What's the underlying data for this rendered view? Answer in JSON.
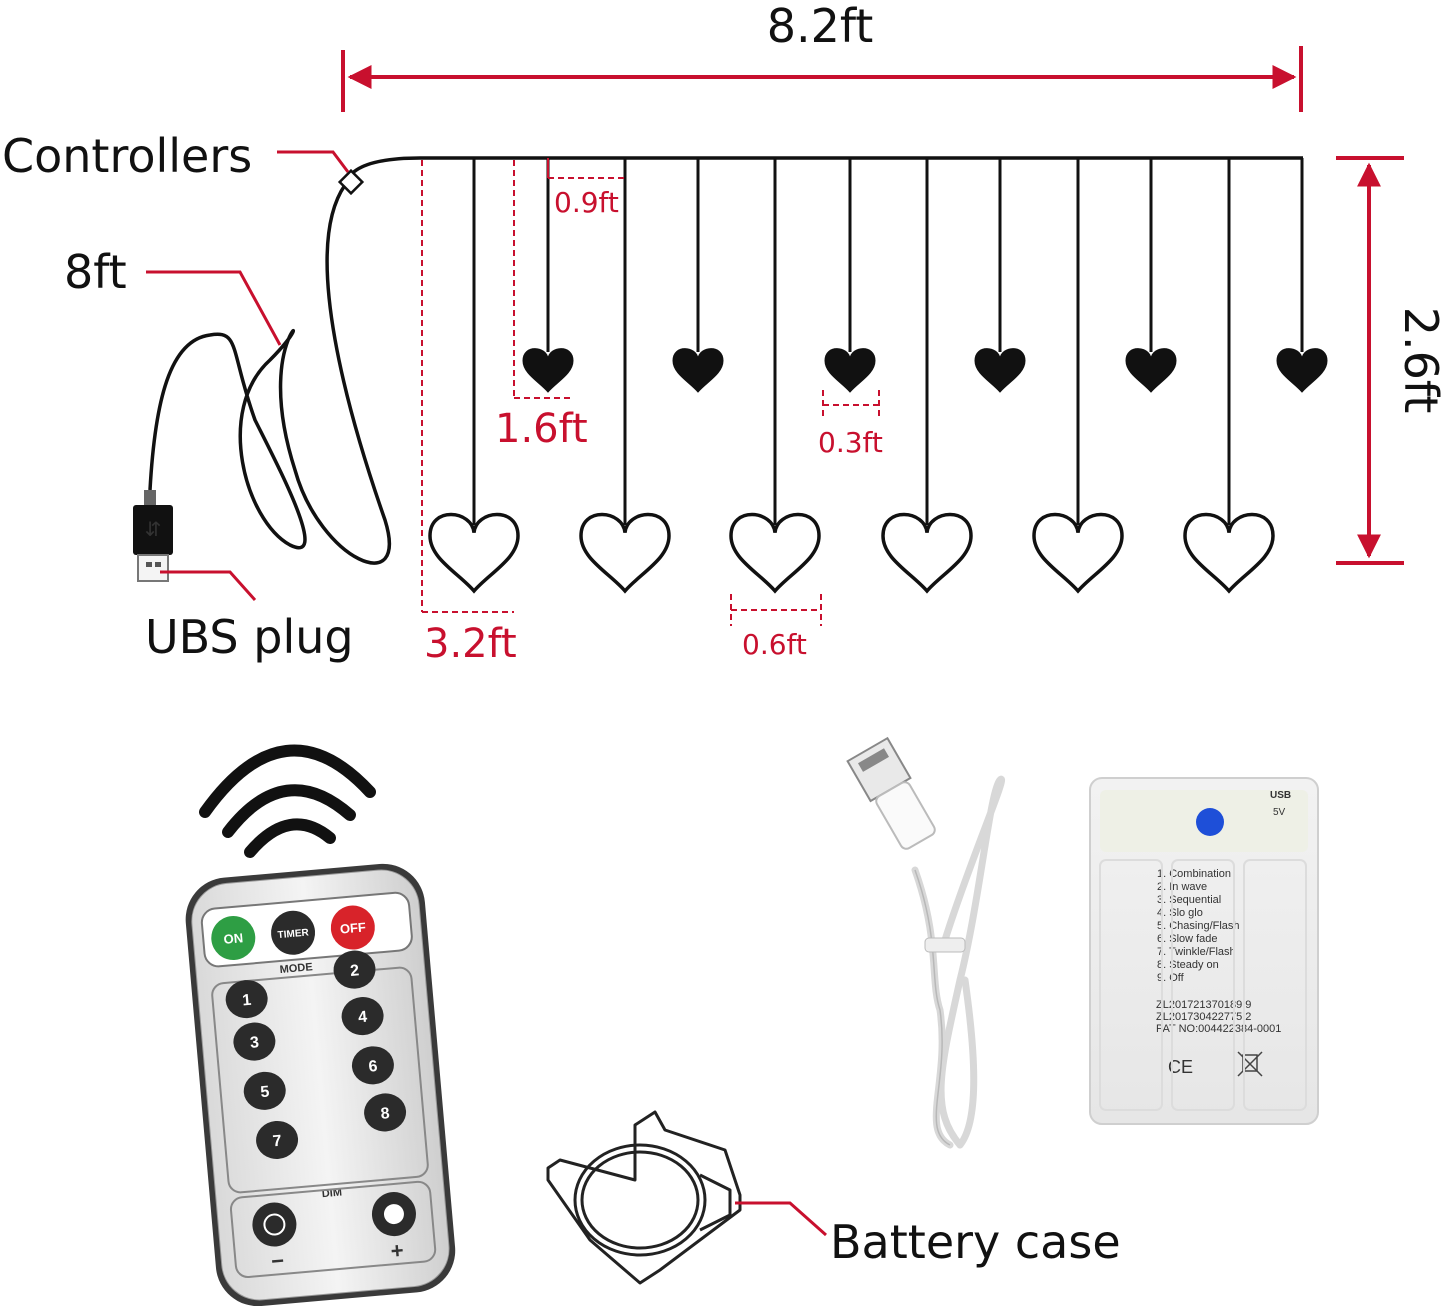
{
  "dimensions": {
    "width": "8.2ft",
    "height": "2.6ft",
    "cord_length": "8ft",
    "short_drop": "0.9ft",
    "heart_drop": "1.6ft",
    "long_drop": "3.2ft",
    "small_heart_width": "0.3ft",
    "large_heart_width": "0.6ft"
  },
  "callouts": {
    "controllers": "Controllers",
    "plug": "UBS plug",
    "battery_case": "Battery case"
  },
  "remote": {
    "on": "ON",
    "timer": "TIMER",
    "off": "OFF",
    "mode": "MODE",
    "dim": "DIM",
    "minus": "−",
    "plus": "+",
    "mode_buttons": [
      "1",
      "2",
      "3",
      "4",
      "5",
      "6",
      "7",
      "8"
    ]
  },
  "controller_box": {
    "usb_mark": "USB",
    "voltage": "5V",
    "modes": [
      "1. Combination",
      "2. In wave",
      "3. Sequential",
      "4. Slo glo",
      "5. Chasing/Flash",
      "6. Slow fade",
      "7. Twinkle/Flash",
      "8. Steady on",
      "9. Off"
    ],
    "patents": [
      "ZL201721370189.9",
      "ZL201730422775.2",
      "PAT NO:004422384-0001"
    ],
    "ce_mark": "CE"
  },
  "colors": {
    "dimension_red": "#c8102e",
    "wire": "#111111",
    "on_button": "#2e9e44",
    "off_button": "#d8232a",
    "led_blue": "#1e4fd8"
  }
}
